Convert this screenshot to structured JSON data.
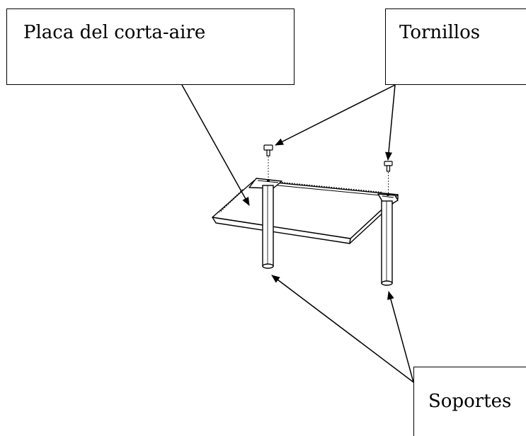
{
  "labels": {
    "plate": "Placa del corta-aire",
    "screws": "Tornillos",
    "supports": "Soportes"
  },
  "colors": {
    "line": "#000000",
    "background": "#ffffff"
  }
}
